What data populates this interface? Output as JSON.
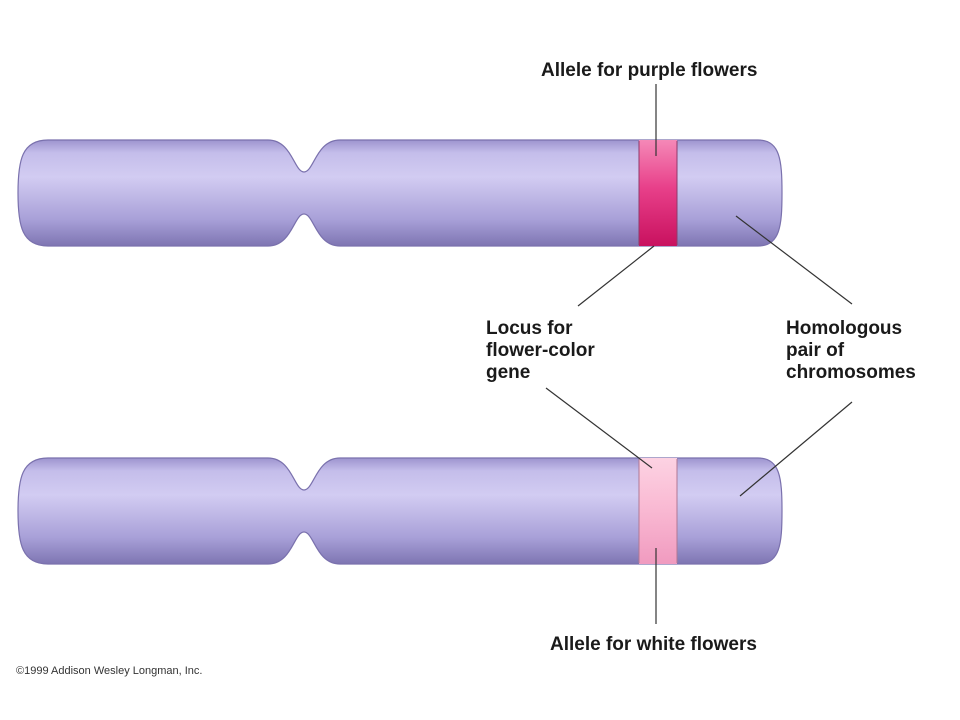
{
  "labels": {
    "allele_purple": "Allele for purple flowers",
    "allele_white": "Allele for white flowers",
    "locus": [
      "Locus for",
      "flower-color",
      "gene"
    ],
    "homologous": [
      "Homologous",
      "pair of",
      "chromosomes"
    ]
  },
  "copyright": "©1999 Addison Wesley Longman, Inc.",
  "colors": {
    "chromosome_light": "#c9c3ec",
    "chromosome_mid": "#a59cd6",
    "chromosome_dark": "#7f76b4",
    "band_purple_light": "#f06aa4",
    "band_purple_dark": "#d8186c",
    "band_white_light": "#fbc2d8",
    "band_white_dark": "#f49cc0",
    "leader_line": "#333333"
  }
}
